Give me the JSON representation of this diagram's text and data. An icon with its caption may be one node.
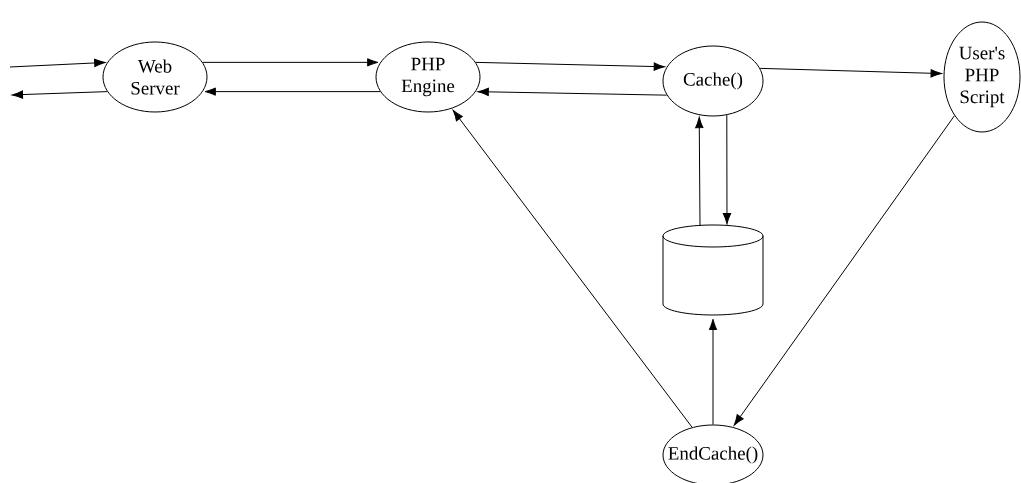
{
  "diagram": {
    "nodes": [
      {
        "text": [
          "Web Server"
        ]
      },
      {
        "text": [
          "PHP Engine"
        ]
      },
      {
        "text": [
          "Cache()"
        ]
      },
      {
        "text": [
          "User's PHP Script"
        ]
      },
      {
        "text": [],
        "shape": "cylinder"
      },
      {
        "text": [
          "EndCache()"
        ]
      }
    ],
    "edges": [
      {
        "from": null,
        "to": 0,
        "arrow": "to"
      },
      {
        "from": 0,
        "to": null,
        "arrow": "to"
      },
      {
        "from": 0,
        "to": 1,
        "arrow": "to"
      },
      {
        "from": 1,
        "to": 0,
        "arrow": "to"
      },
      {
        "from": 1,
        "to": 2,
        "arrow": "to"
      },
      {
        "from": 2,
        "to": 1,
        "arrow": "to"
      },
      {
        "from": 2,
        "to": 3,
        "arrow": "to"
      },
      {
        "from": 2,
        "to": 4,
        "arrow": "to"
      },
      {
        "from": 4,
        "to": 2,
        "arrow": "to"
      },
      {
        "from": 3,
        "to": 5,
        "arrow": "to"
      },
      {
        "from": 5,
        "to": 4,
        "arrow": "to"
      },
      {
        "from": 5,
        "to": 1,
        "arrow": "to"
      }
    ]
  }
}
